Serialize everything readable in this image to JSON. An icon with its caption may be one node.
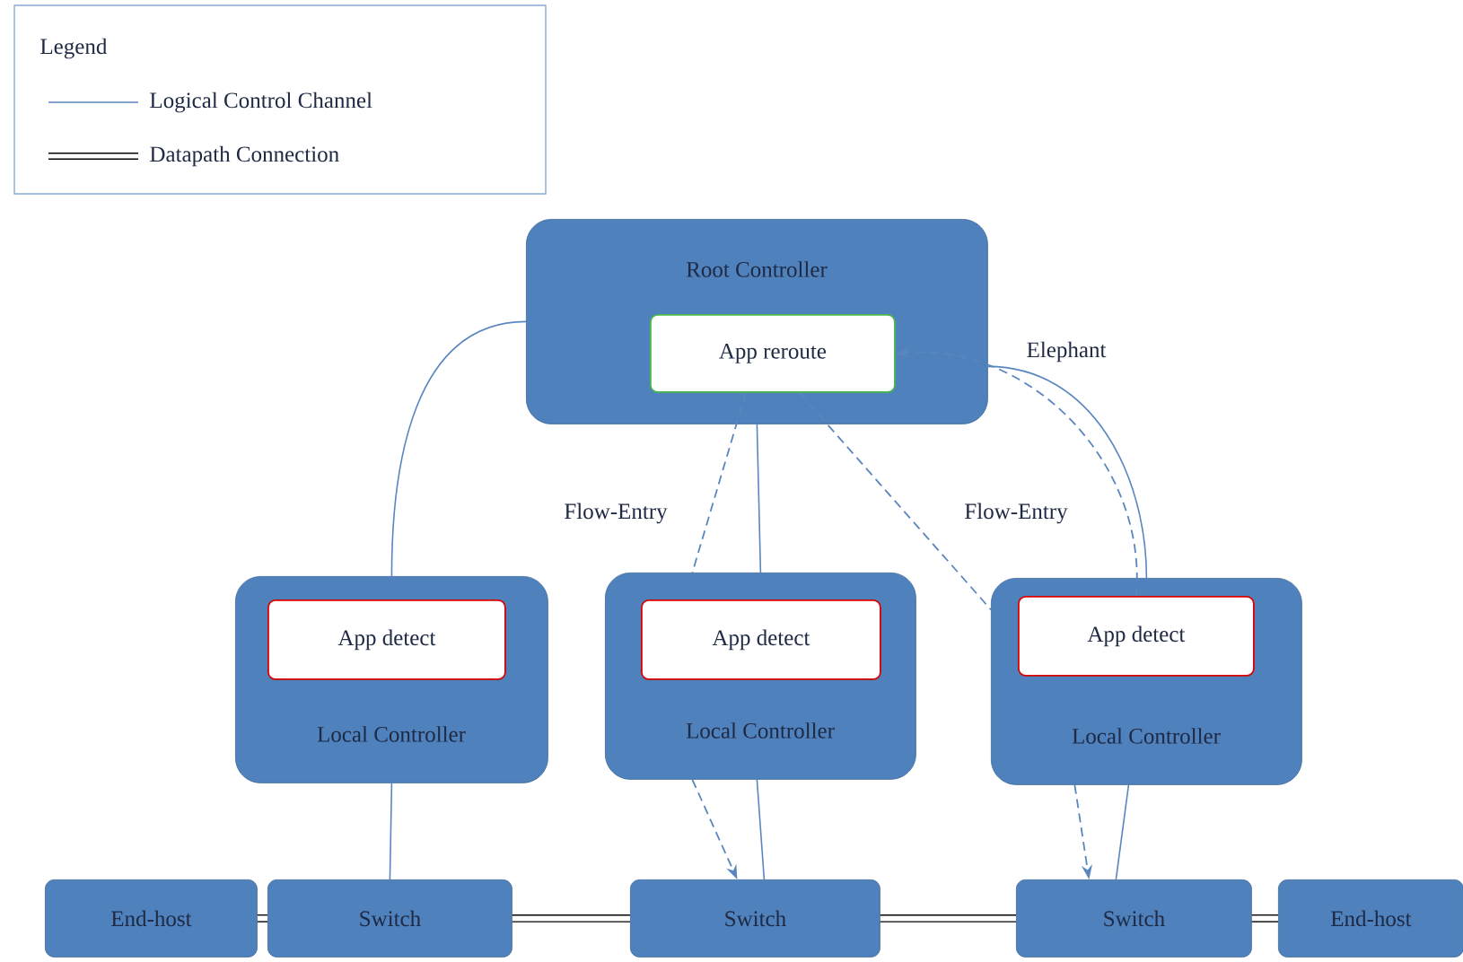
{
  "diagram": {
    "nodes": [
      {
        "text": [
          "Root Controller"
        ]
      },
      {
        "text": [
          "App reroute"
        ],
        "in": 0
      },
      {
        "text": [
          "Local Controller"
        ]
      },
      {
        "text": [
          "App detect"
        ],
        "in": 2
      },
      {
        "text": [
          "Local Controller"
        ]
      },
      {
        "text": [
          "App detect"
        ],
        "in": 4
      },
      {
        "text": [
          "Local Controller"
        ]
      },
      {
        "text": [
          "App detect"
        ],
        "in": 6
      },
      {
        "text": [
          "End-host"
        ]
      },
      {
        "text": [
          "Switch"
        ]
      },
      {
        "text": [
          "Switch"
        ]
      },
      {
        "text": [
          "Switch"
        ]
      },
      {
        "text": [
          "End-host"
        ]
      }
    ],
    "edges": [
      {
        "from": 0,
        "to": 2,
        "arrow": "none"
      },
      {
        "from": 0,
        "to": 4,
        "arrow": "none"
      },
      {
        "from": 0,
        "to": 6,
        "arrow": "none"
      },
      {
        "from": 2,
        "to": 9,
        "arrow": "none"
      },
      {
        "from": 4,
        "to": 10,
        "arrow": "none"
      },
      {
        "from": 6,
        "to": 11,
        "arrow": "none"
      },
      {
        "from": 1,
        "to": 4,
        "arrow": "none",
        "style": "dashed",
        "label": "Flow-Entry"
      },
      {
        "from": 4,
        "to": 10,
        "arrow": "to",
        "style": "dashed"
      },
      {
        "from": 1,
        "to": 6,
        "arrow": "none",
        "style": "dashed",
        "label": "Flow-Entry"
      },
      {
        "from": 6,
        "to": 11,
        "arrow": "to",
        "style": "dashed"
      },
      {
        "from": 7,
        "to": 1,
        "arrow": "to",
        "style": "dashed",
        "label": "Elephant"
      },
      {
        "from": 8,
        "to": 9,
        "arrow": "none",
        "style": "thick",
        "color": "#000000"
      },
      {
        "from": 9,
        "to": 10,
        "arrow": "none",
        "style": "thick",
        "color": "#000000"
      },
      {
        "from": 10,
        "to": 11,
        "arrow": "none",
        "style": "thick",
        "color": "#000000"
      },
      {
        "from": 11,
        "to": 12,
        "arrow": "none",
        "style": "thick",
        "color": "#000000"
      }
    ],
    "labels": [
      "Legend"
    ],
    "legend": [
      {
        "text": "Logical Control Channel"
      },
      {
        "text": "Datapath Connection"
      }
    ]
  }
}
